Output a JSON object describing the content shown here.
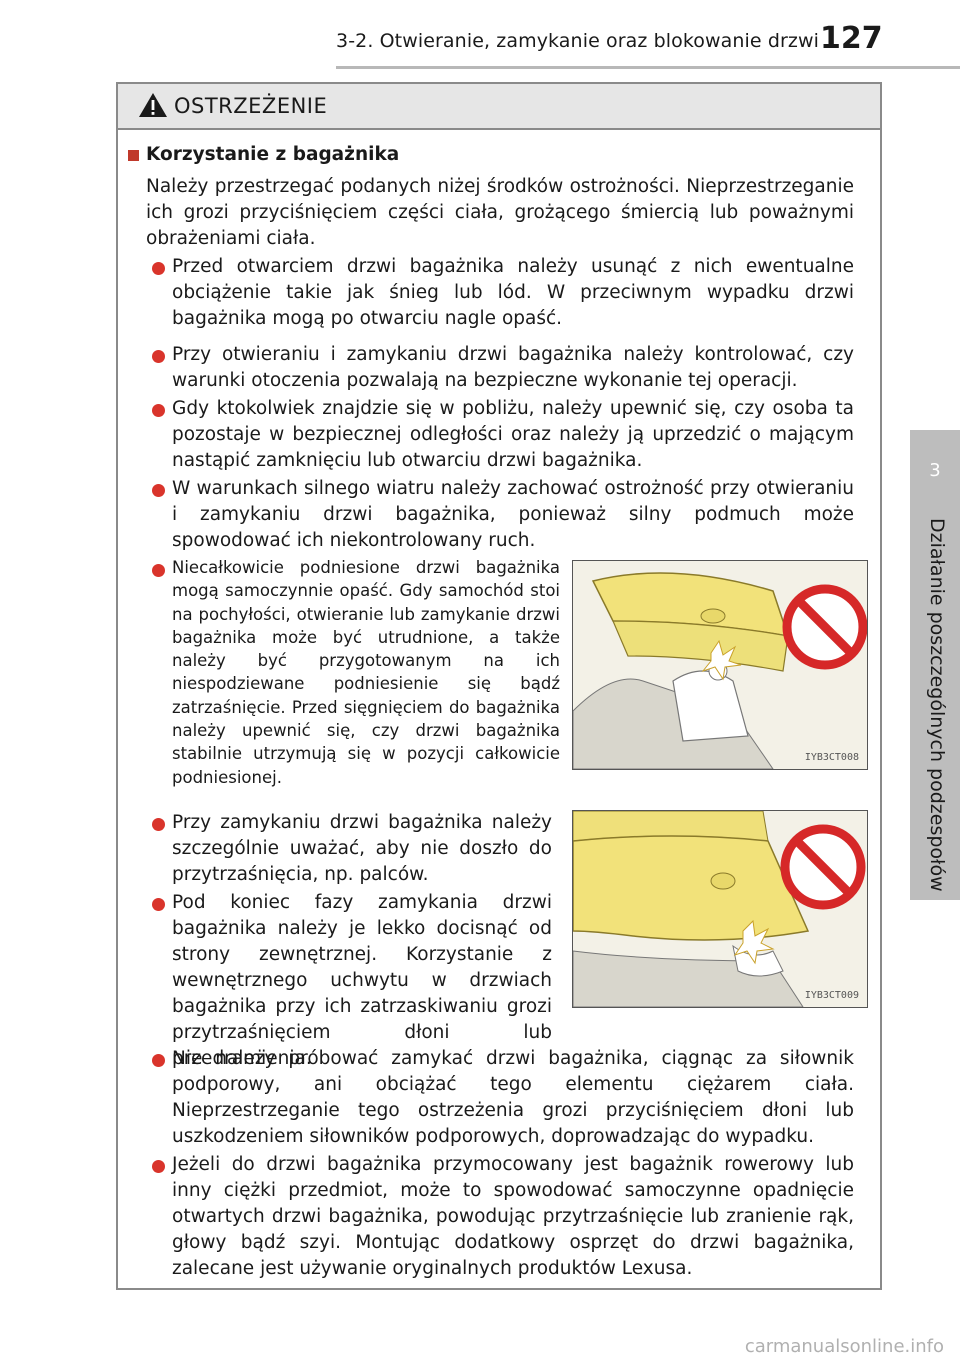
{
  "header": {
    "section_title": "3-2. Otwieranie, zamykanie oraz blokowanie drzwi",
    "page_number": "127"
  },
  "side_tab": {
    "chapter_number": "3",
    "chapter_title": "Działanie poszczególnych podzespołów"
  },
  "warning": {
    "label": "OSTRZEŻENIE",
    "icon": "warning-triangle-icon",
    "heading": "Korzystanie z bagażnika",
    "intro": "Należy przestrzegać podanych niżej środków ostrożności. Nieprzestrzeganie ich grozi przyciśnięciem części ciała, grożącego śmiercią lub poważnymi obrażeniami ciała.",
    "bullets": [
      "Przed otwarciem drzwi bagażnika należy usunąć z nich ewentualne obciążenie takie jak śnieg lub lód. W przeciwnym wypadku drzwi bagażnika mogą po otwarciu nagle opaść.",
      "Przy otwieraniu i zamykaniu drzwi bagażnika należy kontrolować, czy warunki otoczenia pozwalają na bezpieczne wykonanie tej operacji.",
      "Gdy ktokolwiek znajdzie się w pobliżu, należy upewnić się, czy osoba ta pozostaje w bezpiecznej odległości oraz należy ją uprzedzić o mającym nastąpić zamknięciu lub otwarciu drzwi bagażnika.",
      "W warunkach silnego wiatru należy zachować ostrożność przy otwieraniu i zamykaniu drzwi bagażnika, ponieważ silny podmuch może spowodować ich niekontrolowany ruch.",
      "Niecałkowicie podniesione drzwi bagażnika mogą samoczynnie opaść. Gdy samochód stoi na pochyłości, otwieranie lub zamykanie drzwi bagażnika może być utrudnione, a także należy być przygotowanym na ich niespodziewane podniesienie się bądź zatrzaśnięcie. Przed sięgnięciem do bagażnika należy upewnić się, czy drzwi bagażnika stabilnie utrzymują się w pozycji całkowicie podniesionej.",
      "Przy zamykaniu drzwi bagażnika należy szczególnie uważać, aby nie doszło do przytrzaśnięcia, np. palców.",
      "Pod koniec fazy zamykania drzwi bagażnika należy je lekko docisnąć od strony zewnętrznej. Korzystanie z wewnętrznego uchwytu w drzwiach bagażnika przy ich zatrzaskiwaniu grozi przytrzaśnięciem dłoni lub przedramienia.",
      "Nie należy próbować zamykać drzwi bagażnika, ciągnąc za siłownik podporowy, ani obciążać tego elementu ciężarem ciała. Nieprzestrzeganie tego ostrzeżenia grozi przyciśnięciem dłoni lub uszkodzeniem siłowników podporowych, doprowadzając do wypadku.",
      "Jeżeli do drzwi bagażnika przymocowany jest bagażnik rowerowy lub inny ciężki przedmiot, może to spowodować samoczynne opadnięcie otwartych drzwi bagażnika, powodując przytrzaśnięcie lub zranienie rąk, głowy bądź szyi. Montując dodatkowy osprzęt do drzwi bagażnika, zalecane jest używanie oryginalnych produktów Lexusa."
    ],
    "figures": [
      {
        "code": "IYB3CT008"
      },
      {
        "code": "IYB3CT009"
      }
    ]
  },
  "footer": {
    "watermark": "carmanualsonline.info"
  }
}
